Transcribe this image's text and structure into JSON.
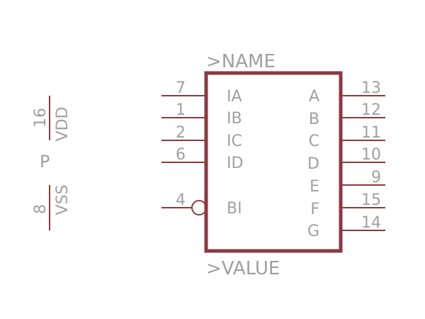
{
  "colors": {
    "outline": "#8b3a3f",
    "text": "#a0a0a0",
    "background": "#ffffff"
  },
  "symbol": {
    "name_label": ">NAME",
    "value_label": ">VALUE"
  },
  "power": {
    "part_label": "P",
    "vdd": {
      "pin": "16",
      "label": "VDD"
    },
    "vss": {
      "pin": "8",
      "label": "VSS"
    }
  },
  "inputs": [
    {
      "pin": "7",
      "label": "IA"
    },
    {
      "pin": "1",
      "label": "IB"
    },
    {
      "pin": "2",
      "label": "IC"
    },
    {
      "pin": "6",
      "label": "ID"
    },
    {
      "pin": "4",
      "label": "BI",
      "inverted": true
    }
  ],
  "outputs": [
    {
      "pin": "13",
      "label": "A"
    },
    {
      "pin": "12",
      "label": "B"
    },
    {
      "pin": "11",
      "label": "C"
    },
    {
      "pin": "10",
      "label": "D"
    },
    {
      "pin": "9",
      "label": "E"
    },
    {
      "pin": "15",
      "label": "F"
    },
    {
      "pin": "14",
      "label": "G"
    }
  ]
}
